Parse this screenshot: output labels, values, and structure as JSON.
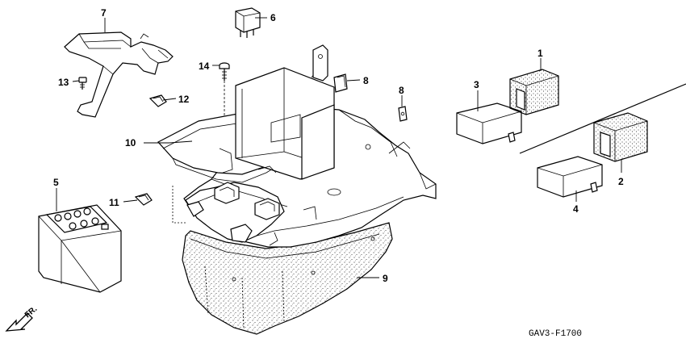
{
  "callouts": {
    "c1": "1",
    "c2": "2",
    "c3": "3",
    "c4": "4",
    "c5": "5",
    "c6": "6",
    "c7": "7",
    "c8a": "8",
    "c8b": "8",
    "c9": "9",
    "c10": "10",
    "c11": "11",
    "c12": "12",
    "c13": "13",
    "c14": "14"
  },
  "direction_label": "FR.",
  "diagram_code": "GAV3-F1700"
}
